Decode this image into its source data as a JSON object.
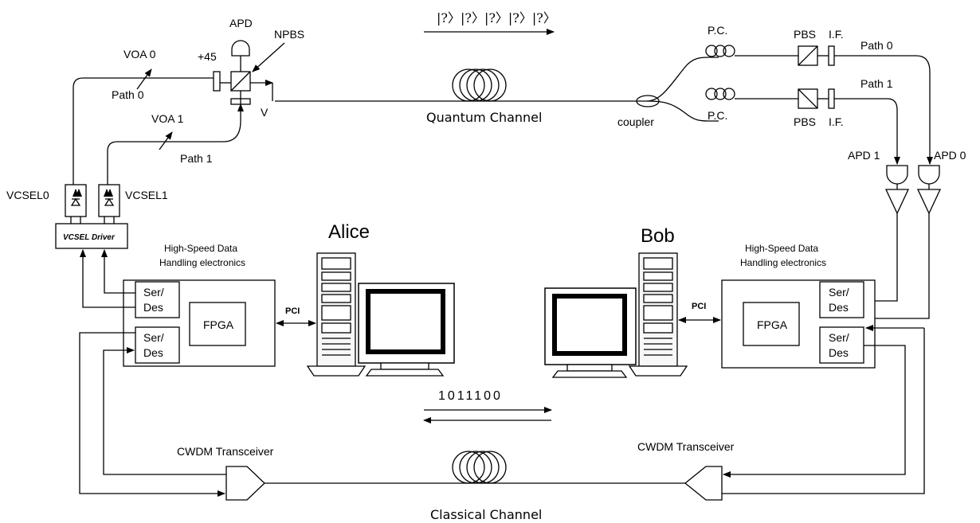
{
  "quantum_state": "|?〉|?〉|?〉|?〉|?〉",
  "channels": {
    "quantum": "Quantum Channel",
    "classical": "Classical Channel"
  },
  "classical_bits": "1011100",
  "alice": {
    "title": "Alice",
    "apd": "APD",
    "npbs": "NPBS",
    "voa0": "VOA 0",
    "voa1": "VOA 1",
    "path0": "Path 0",
    "path1": "Path 1",
    "plus45": "+45",
    "vpol": "V",
    "vcsel0": "VCSEL0",
    "vcsel1": "VCSEL1",
    "vcsel_driver": "VCSEL Driver",
    "electronics_line1": "High-Speed Data",
    "electronics_line2": "Handling electronics",
    "serdes1_l1": "Ser/",
    "serdes1_l2": "Des",
    "serdes2_l1": "Ser/",
    "serdes2_l2": "Des",
    "fpga": "FPGA",
    "pci": "PCI",
    "cwdm": "CWDM Transceiver"
  },
  "bob": {
    "title": "Bob",
    "pc_top": "P.C.",
    "pc_bottom": "P.C.",
    "pbs_top": "PBS",
    "pbs_bottom": "PBS",
    "if_top": "I.F.",
    "if_bottom": "I.F.",
    "path0": "Path 0",
    "path1": "Path 1",
    "coupler": "coupler",
    "apd1": "APD 1",
    "apd0": "APD 0",
    "electronics_line1": "High-Speed Data",
    "electronics_line2": "Handling electronics",
    "serdes1_l1": "Ser/",
    "serdes1_l2": "Des",
    "serdes2_l1": "Ser/",
    "serdes2_l2": "Des",
    "fpga": "FPGA",
    "pci": "PCI",
    "cwdm": "CWDM Transceiver"
  }
}
